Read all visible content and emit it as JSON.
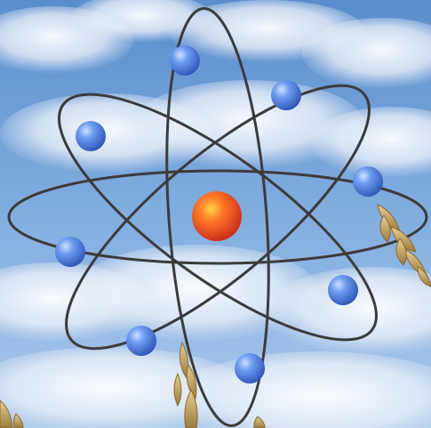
{
  "image": {
    "subject": "atom",
    "background": "sky-with-clouds",
    "foreground": "wheat-ears"
  },
  "atom": {
    "nucleus_color": "#f0502a",
    "electron_color": "#4f7fe0",
    "orbit_color": "#3a3a3a",
    "orbit_count": 4,
    "electron_count": 8
  },
  "colors": {
    "sky_top": "#5f90cf",
    "sky_bottom": "#9cc0e8",
    "cloud": "#f4f7fb",
    "wheat": "#c9a86a"
  }
}
